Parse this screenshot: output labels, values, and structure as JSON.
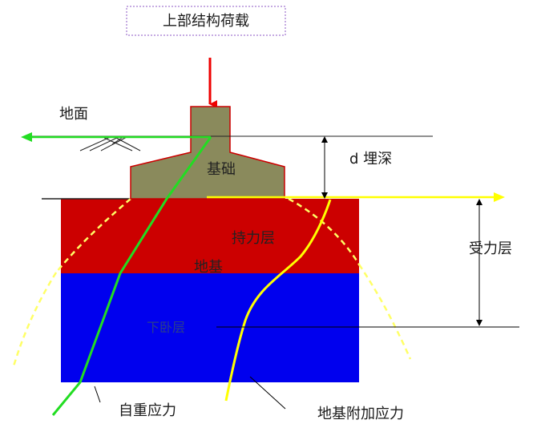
{
  "title": "上部结构荷载",
  "labels": {
    "ground": "地面",
    "foundation": "基础",
    "depth": "d  埋深",
    "bearing_layer": "持力层",
    "subgrade": "地基",
    "underlying_layer": "下卧层",
    "stressed_layer": "受力层",
    "self_weight_stress": "自重应力",
    "additional_stress": "地基附加应力"
  },
  "colors": {
    "bearing_layer": "#cc0000",
    "underlying_layer": "#0000ee",
    "foundation": "#8a8a5c",
    "foundation_outline": "#cc0000",
    "self_weight_curve": "#22dd22",
    "additional_curve": "#ffff00",
    "load_arrow": "#ee0000",
    "title_border": "#b48fd8"
  }
}
